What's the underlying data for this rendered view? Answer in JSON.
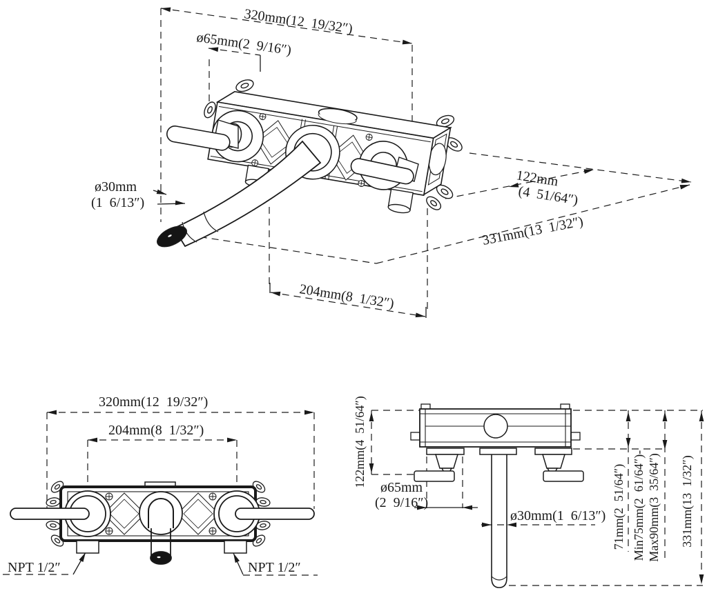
{
  "meta": {
    "drawing_type": "faucet rough-in valve dimensional drawing",
    "line_color": "#1a1a1a",
    "background_color": "#ffffff"
  },
  "views": {
    "isometric": {
      "dim_width": "320mm(12  19/32″)",
      "dim_escutcheon": "ø65mm(2  9/16″)",
      "dim_spout_line1": "ø30mm",
      "dim_spout_line2": "(1  6/13″)",
      "dim_depth_line1": "122mm",
      "dim_depth_line2": "(4  51/64″)",
      "dim_diagonal": "331mm(13  1/32″)",
      "dim_centers": "204mm(8  1/32″)"
    },
    "front": {
      "dim_width": "320mm(12  19/32″)",
      "dim_centers": "204mm(8  1/32″)",
      "npt_left": "NPT 1/2″",
      "npt_right": "NPT 1/2″"
    },
    "side": {
      "dim_depth": "122mm(4  51/64″)",
      "dim_escutcheon_line1": "ø65mm",
      "dim_escutcheon_line2": "(2  9/16″)",
      "dim_spout": "ø30mm(1  6/13″)",
      "dim_body_depth": "71mm(2  51/64″)",
      "dim_embed_min": "Min75mm(2  61/64″)-",
      "dim_embed_max": "Max90mm(3  35/64″)",
      "dim_total": "331mm(13  1/32″)"
    }
  }
}
